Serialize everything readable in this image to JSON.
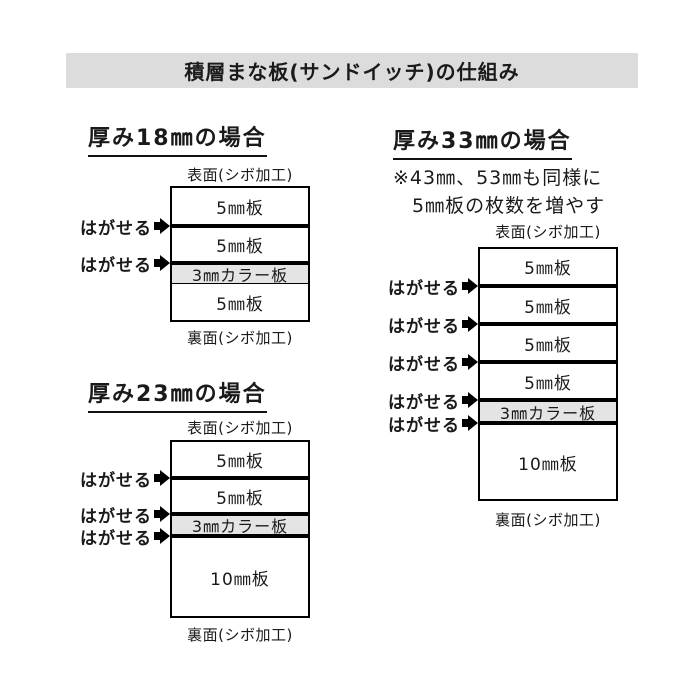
{
  "header": {
    "title": "積層まな板(サンドイッチ)の仕組み",
    "bg_color": "#dcdcdc"
  },
  "labels": {
    "peel": "はがせる",
    "front_surface": "表面(シボ加工)",
    "back_surface": "裏面(シボ加工)"
  },
  "icons": {
    "peel_arrow": "black-right-arrow"
  },
  "colors": {
    "color_layer_bg": "#e4e4e4",
    "line": "#000000",
    "text": "#1a1a1a"
  },
  "diagrams": {
    "d18": {
      "heading": "厚み18㎜の場合",
      "layers": [
        {
          "label": "5㎜板",
          "color": false,
          "peel_after": true
        },
        {
          "label": "5㎜板",
          "color": false,
          "peel_after": true
        },
        {
          "label": "3㎜カラー板",
          "color": true,
          "peel_after": false
        },
        {
          "label": "5㎜板",
          "color": false,
          "peel_after": false
        }
      ]
    },
    "d23": {
      "heading": "厚み23㎜の場合",
      "layers": [
        {
          "label": "5㎜板",
          "color": false,
          "peel_after": true
        },
        {
          "label": "5㎜板",
          "color": false,
          "peel_after": true
        },
        {
          "label": "3㎜カラー板",
          "color": true,
          "peel_after": true
        },
        {
          "label": "10㎜板",
          "color": false,
          "peel_after": false
        }
      ]
    },
    "d33": {
      "heading": "厚み33㎜の場合",
      "note_line1": "※43㎜、53㎜も同様に",
      "note_line2": "5㎜板の枚数を増やす",
      "layers": [
        {
          "label": "5㎜板",
          "color": false,
          "peel_after": true
        },
        {
          "label": "5㎜板",
          "color": false,
          "peel_after": true
        },
        {
          "label": "5㎜板",
          "color": false,
          "peel_after": true
        },
        {
          "label": "5㎜板",
          "color": false,
          "peel_after": true
        },
        {
          "label": "3㎜カラー板",
          "color": true,
          "peel_after": true
        },
        {
          "label": "10㎜板",
          "color": false,
          "peel_after": false
        }
      ]
    }
  }
}
